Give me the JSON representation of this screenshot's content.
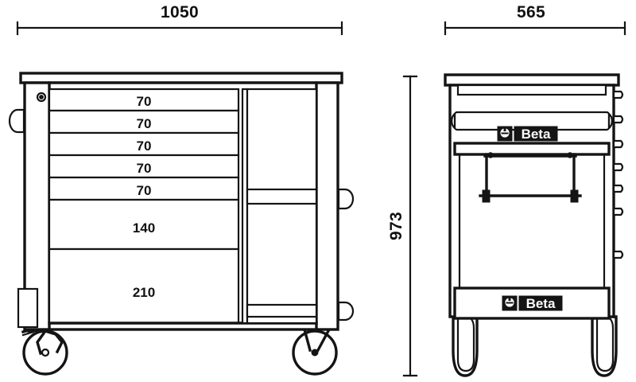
{
  "drawing": {
    "title": "Beta mobile tool trolley - front and side elevation",
    "units": "mm",
    "line_color": "#141414",
    "background_color": "#ffffff",
    "brand": "Beta"
  },
  "dimensions": {
    "width": {
      "label": "1050",
      "name": "overall-width",
      "orientation": "horizontal"
    },
    "depth": {
      "label": "565",
      "name": "overall-depth",
      "orientation": "horizontal"
    },
    "height": {
      "label": "973",
      "name": "overall-height",
      "orientation": "vertical"
    }
  },
  "front_view": {
    "name": "front-elevation",
    "drawers": [
      {
        "label": "70"
      },
      {
        "label": "70"
      },
      {
        "label": "70"
      },
      {
        "label": "70"
      },
      {
        "label": "70"
      },
      {
        "label": "140"
      },
      {
        "label": "210"
      }
    ],
    "features": {
      "lock": "lock-cylinder",
      "side_handle_left": "side-handle",
      "side_handle_right": "side-handle",
      "caster_left": "swivel-caster-with-brake",
      "caster_right": "swivel-caster",
      "side_compartment": "open-side-compartment"
    }
  },
  "side_view": {
    "name": "side-elevation",
    "logos": [
      {
        "label": "Beta",
        "position": "upper-panel"
      },
      {
        "label": "Beta",
        "position": "lower-panel"
      }
    ],
    "features": {
      "top_tray": "top-work-surface",
      "paper_roll_holder": "paper-roll-holder-bracket",
      "handle_bar": "tubular-push-handle",
      "drawer_tabs": "drawer-front-edges",
      "caster_left": "swivel-caster",
      "caster_right": "swivel-caster"
    }
  }
}
